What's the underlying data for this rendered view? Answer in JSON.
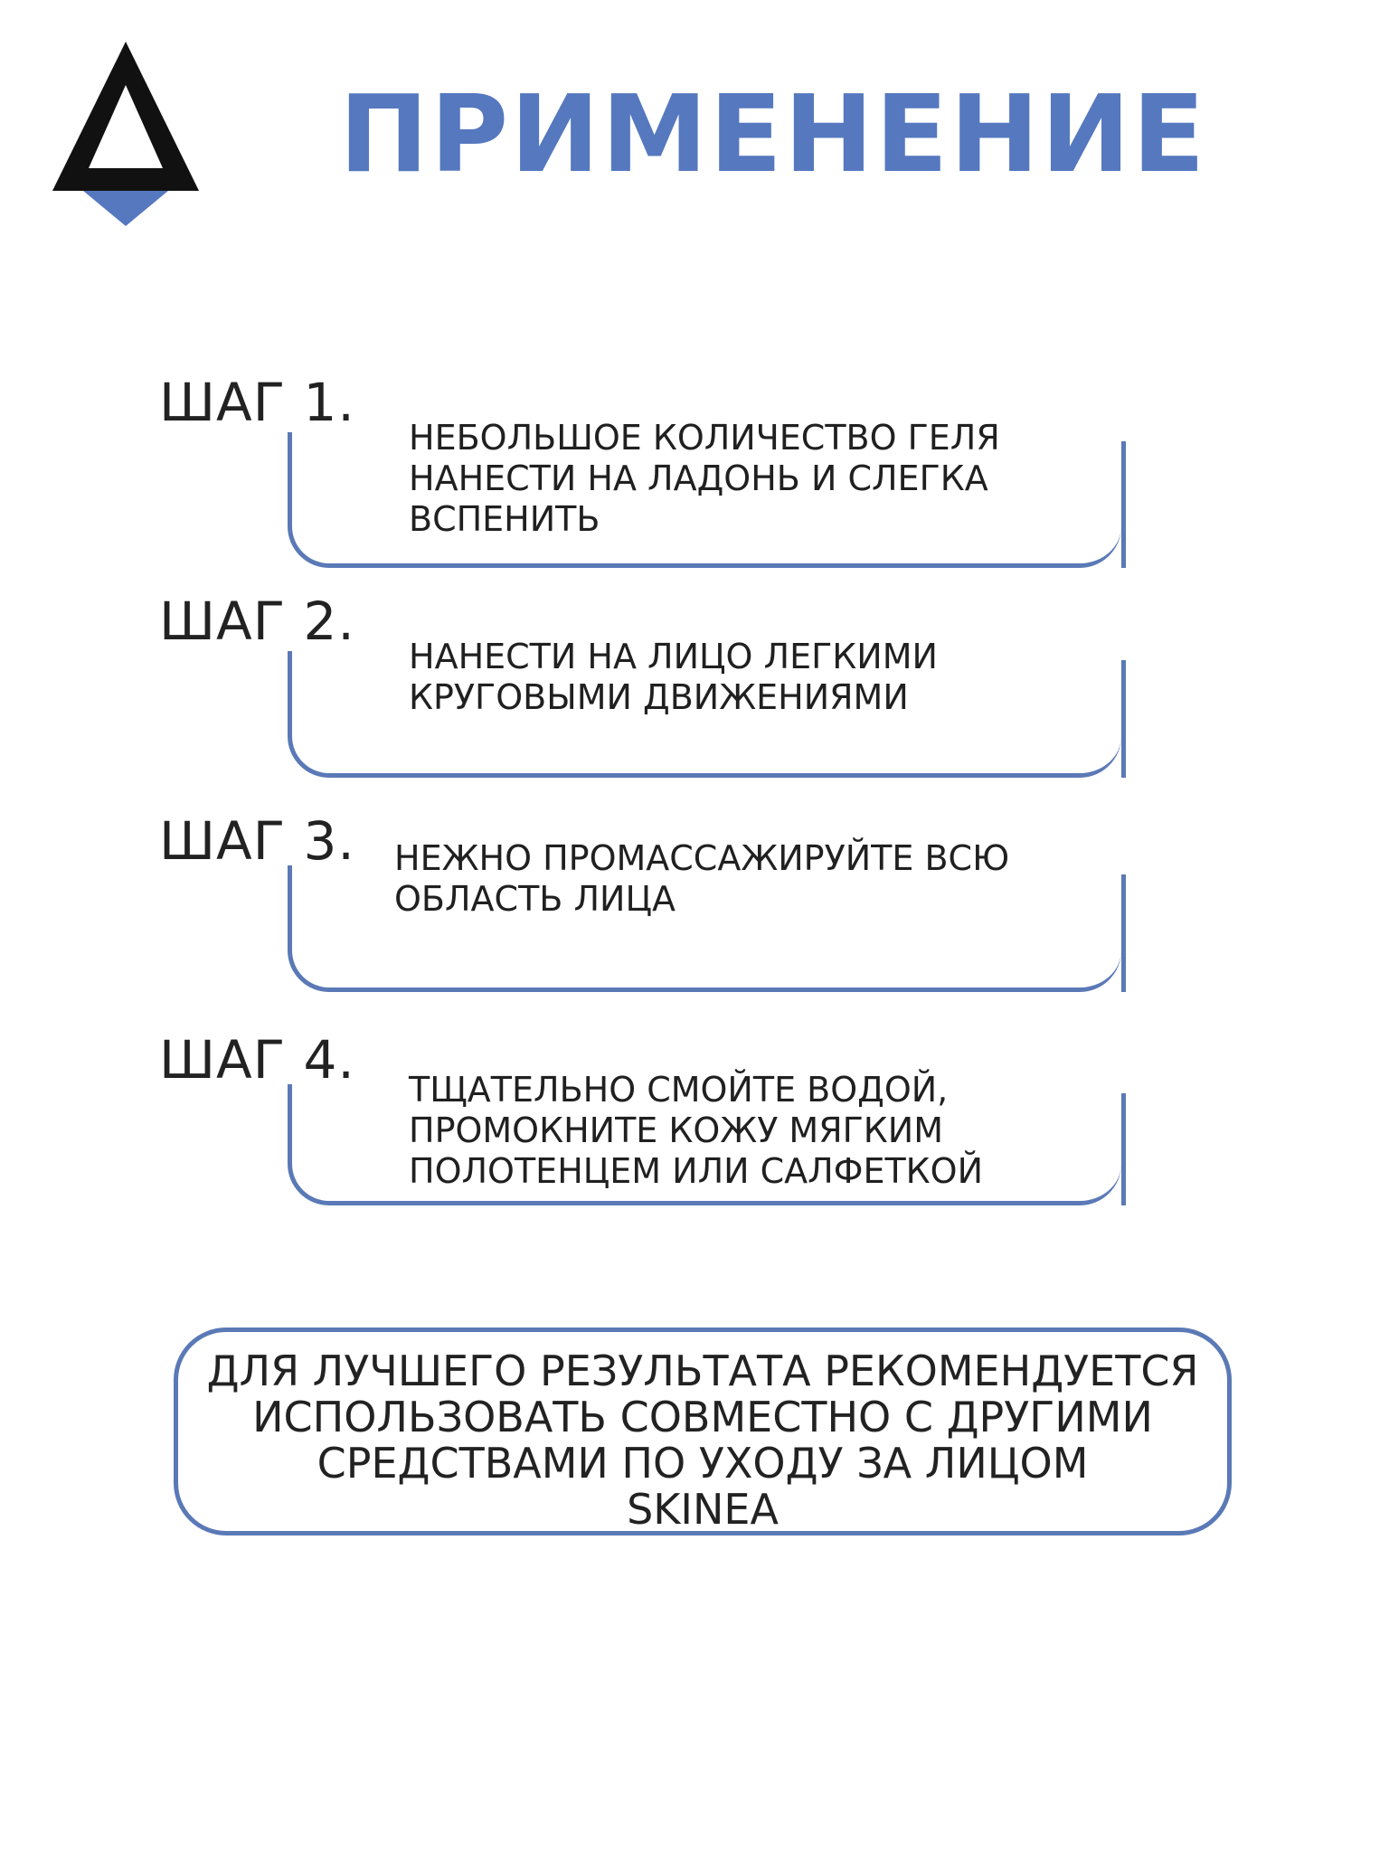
{
  "header": {
    "logo": "triangle-logo",
    "title": "ПРИМЕНЕНИЕ"
  },
  "colors": {
    "accent": "#5578bf",
    "frame": "#5a79b6",
    "text": "#202020",
    "logo_dark": "#111111"
  },
  "steps": [
    {
      "label": "ШАГ 1.",
      "lines": [
        "НЕБОЛЬШОЕ КОЛИЧЕСТВО ГЕЛЯ",
        "НАНЕСТИ НА ЛАДОНЬ И СЛЕГКА",
        "ВСПЕНИТЬ"
      ]
    },
    {
      "label": "ШАГ 2.",
      "lines": [
        "НАНЕСТИ НА ЛИЦО ЛЕГКИМИ",
        "КРУГОВЫМИ ДВИЖЕНИЯМИ"
      ]
    },
    {
      "label": "ШАГ 3.",
      "lines": [
        "НЕЖНО ПРОМАССАЖИРУЙТЕ ВСЮ",
        "ОБЛАСТЬ ЛИЦА"
      ]
    },
    {
      "label": "ШАГ 4.",
      "lines": [
        "ТЩАТЕЛЬНО СМОЙТЕ ВОДОЙ,",
        "ПРОМОКНИТЕ КОЖУ МЯГКИМ",
        "ПОЛОТЕНЦЕМ ИЛИ САЛФЕТКОЙ"
      ]
    }
  ],
  "note": {
    "lines": [
      "ДЛЯ ЛУЧШЕГО РЕЗУЛЬТАТА РЕКОМЕНДУЕТСЯ",
      "ИСПОЛЬЗОВАТЬ СОВМЕСТНО С ДРУГИМИ",
      "СРЕДСТВАМИ ПО УХОДУ ЗА ЛИЦОМ",
      "SKINEA"
    ]
  }
}
